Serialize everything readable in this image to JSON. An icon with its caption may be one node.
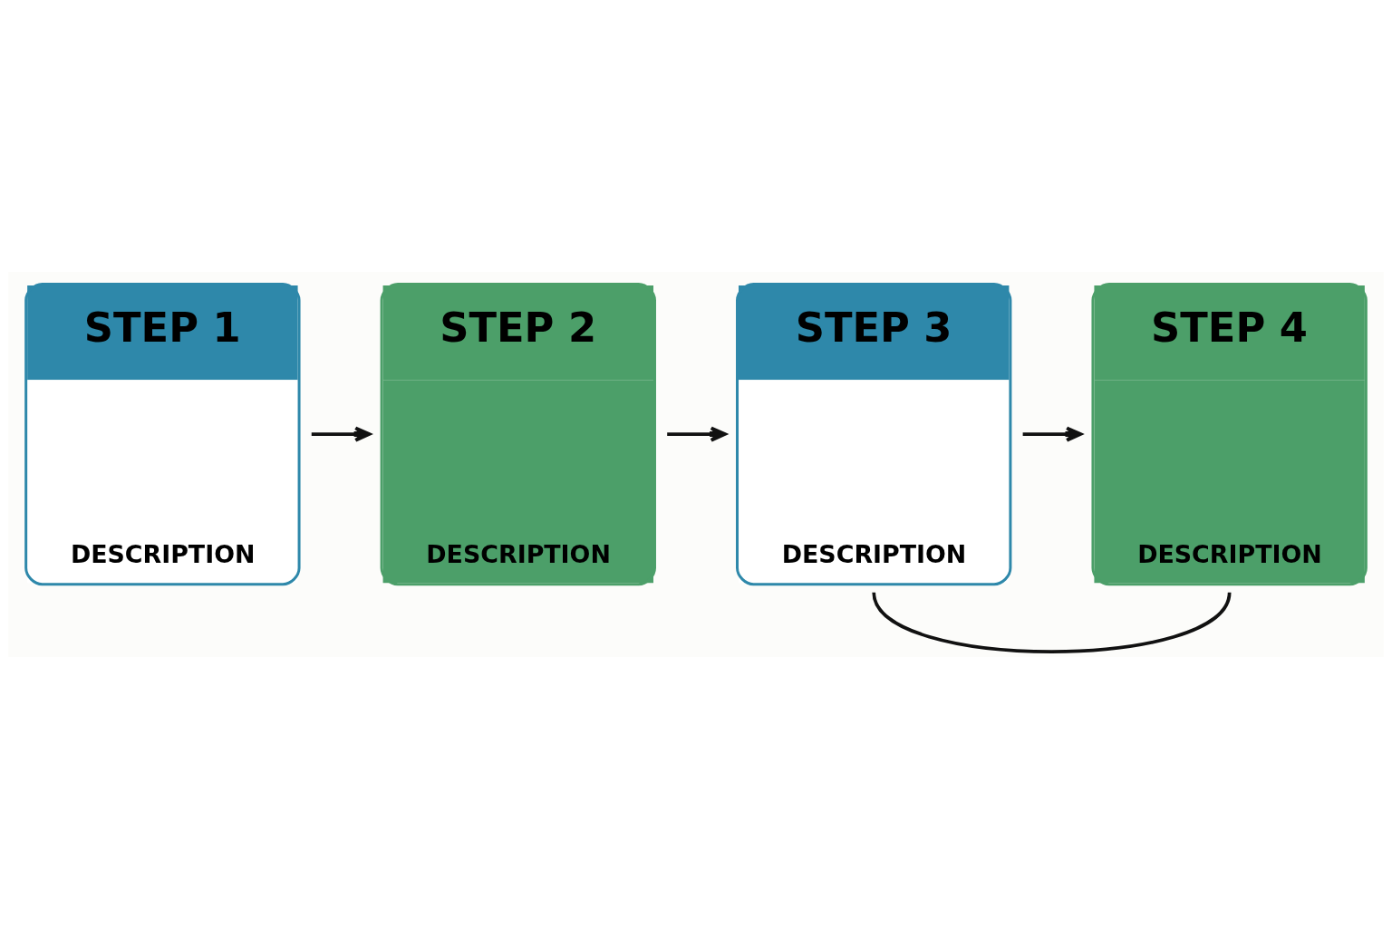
{
  "diagram": {
    "nodes": [
      {
        "text": [
          "STEP 1",
          "DESCRIPTION"
        ]
      },
      {
        "text": [
          "STEP 2",
          "DESCRIPTION"
        ]
      },
      {
        "text": [
          "STEP 3",
          "DESCRIPTION"
        ]
      },
      {
        "text": [
          "STEP 4",
          "DESCRIPTION"
        ]
      }
    ],
    "edges": [
      {
        "from": 0,
        "to": 1,
        "arrow": "to"
      },
      {
        "from": 1,
        "to": 2,
        "arrow": "to"
      },
      {
        "from": 2,
        "to": 3,
        "arrow": "to"
      },
      {
        "from": 2,
        "to": 3,
        "arrow": "none"
      }
    ]
  }
}
